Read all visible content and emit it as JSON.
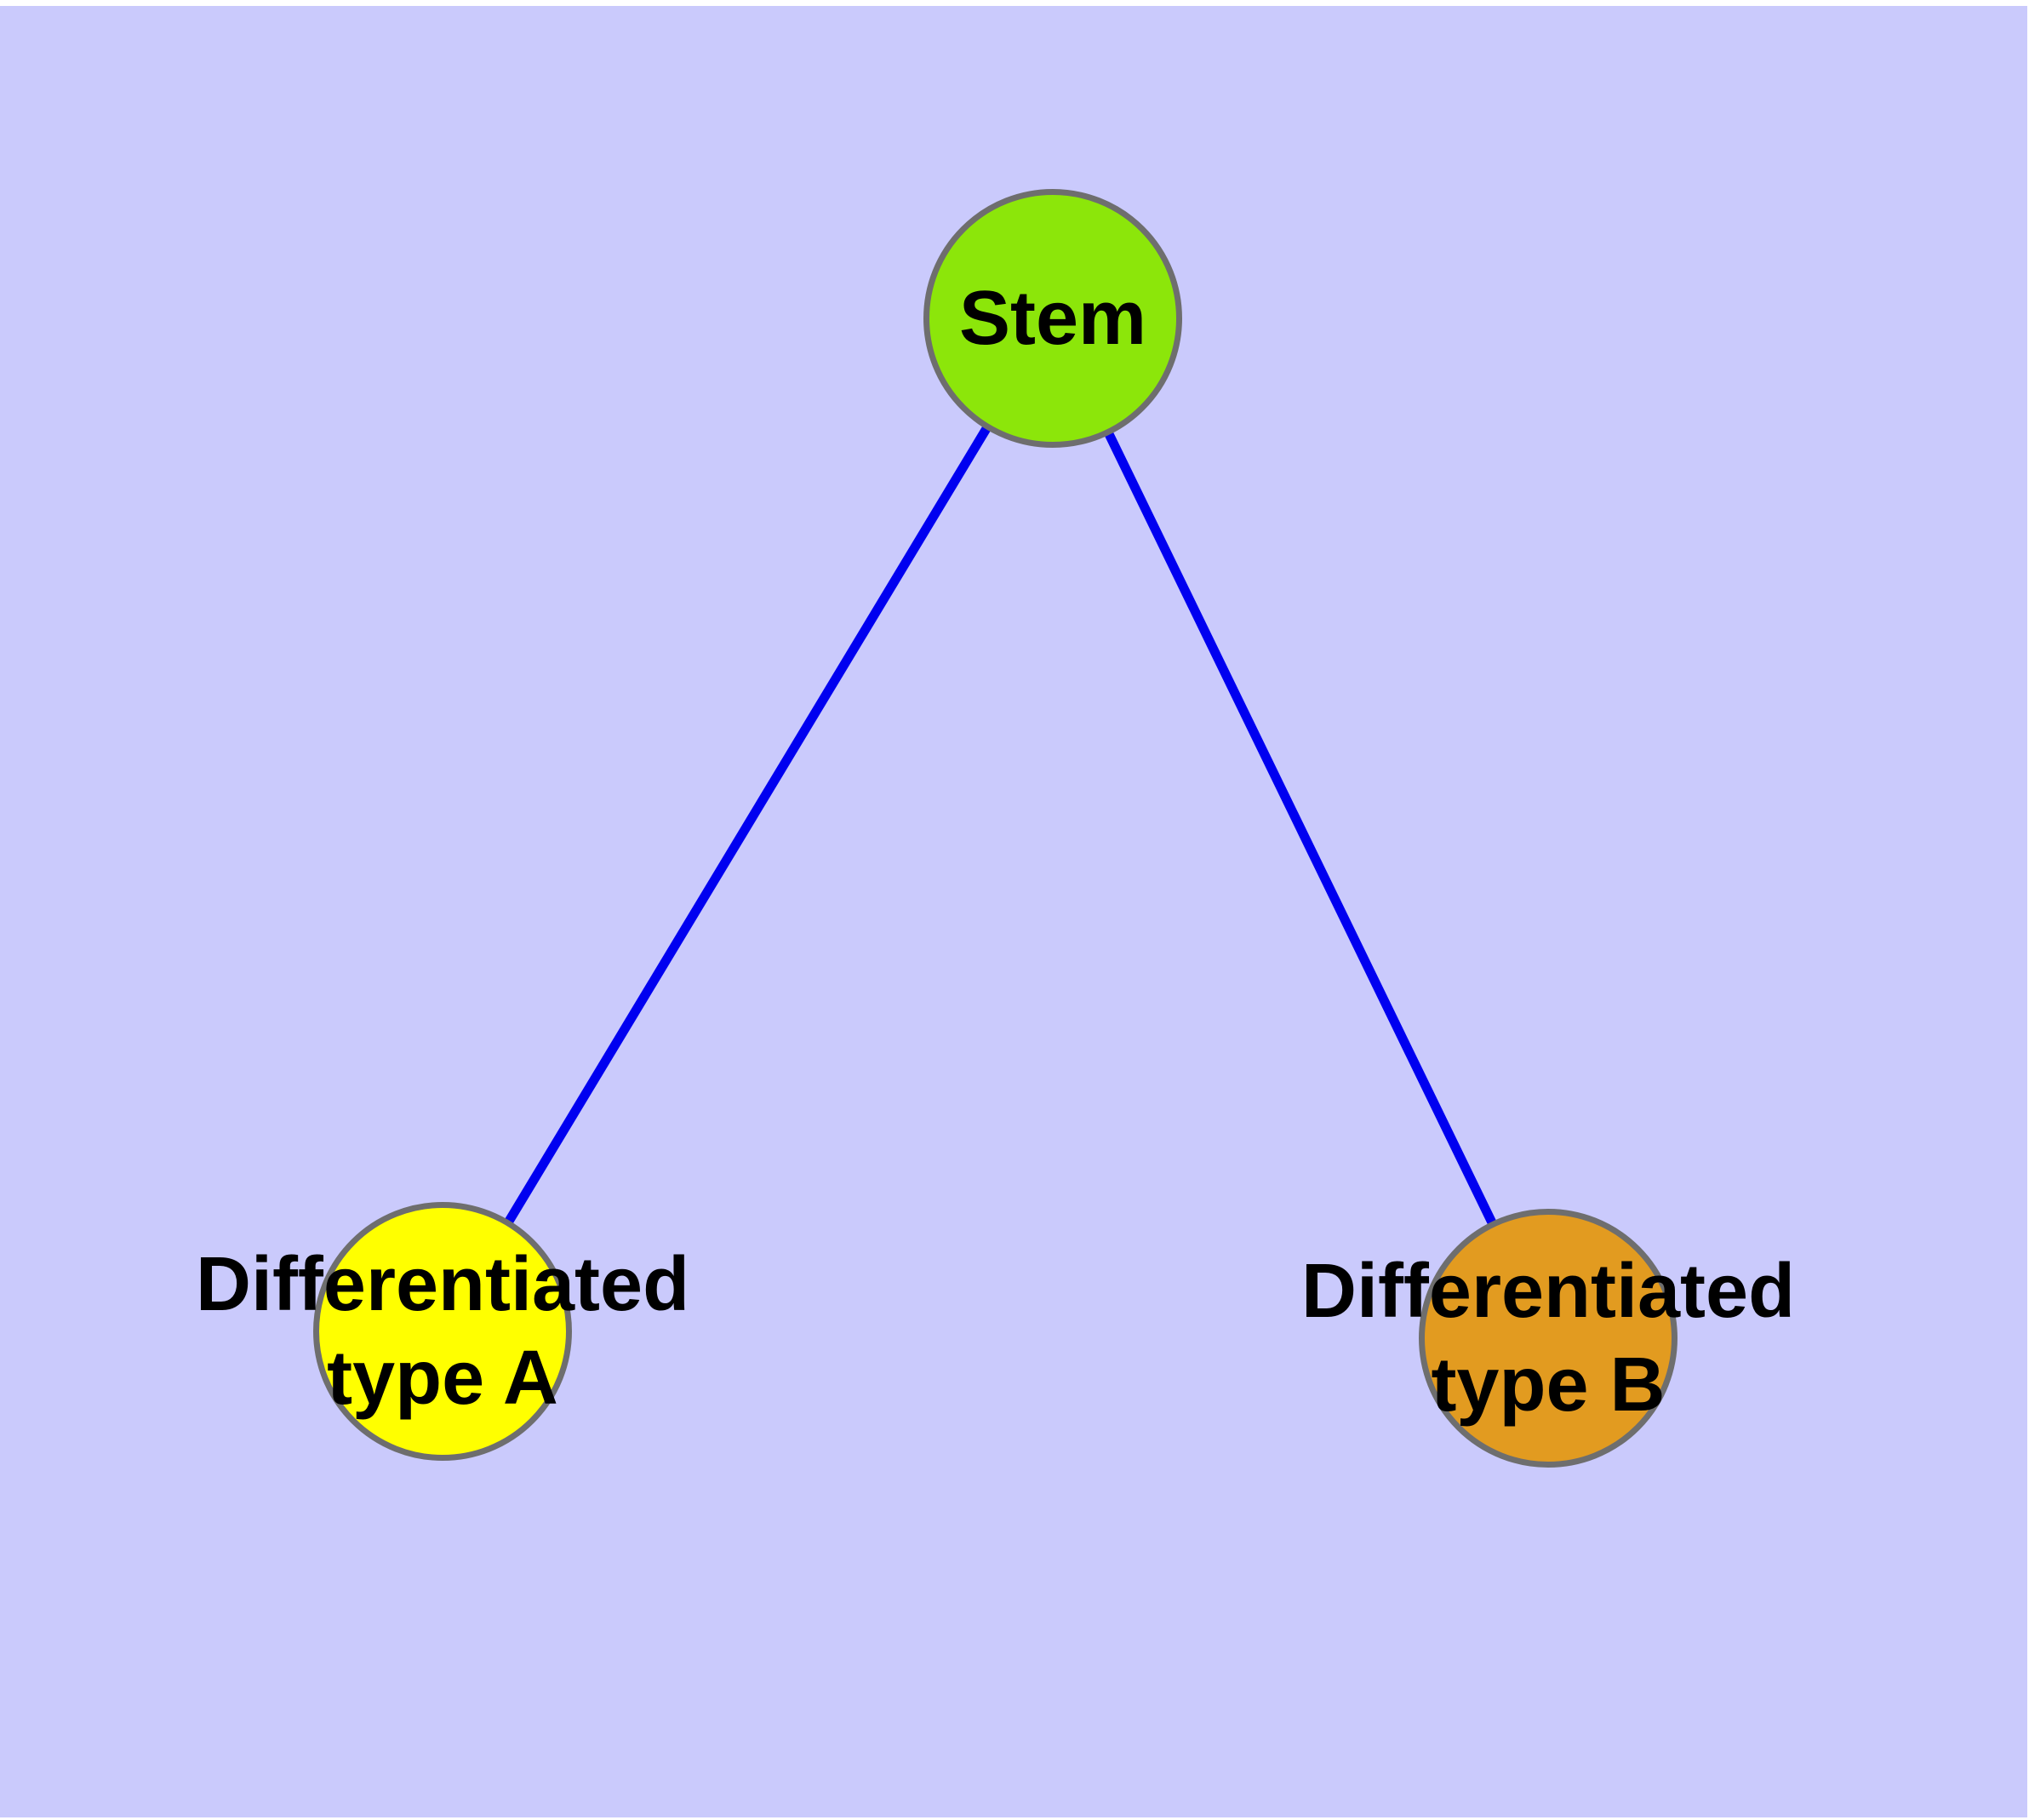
{
  "colors": {
    "canvas_bg": "#cacafc",
    "page_bg": "#ffffff",
    "edge": "#0000f0",
    "node_border": "#6e6e6e",
    "stem_fill": "#8ce60a",
    "type_a_fill": "#ffff00",
    "type_b_fill": "#e29b20",
    "label_text": "#000000"
  },
  "diagram": {
    "type": "graph",
    "nodes": [
      {
        "id": "stem",
        "label": "Stem"
      },
      {
        "id": "type_a",
        "label": "Differentiated type A"
      },
      {
        "id": "type_b",
        "label": "Differentiated type B"
      }
    ],
    "edges": [
      {
        "from": "Stem",
        "to": "Differentiated type A"
      },
      {
        "from": "Stem",
        "to": "Differentiated type B"
      }
    ],
    "labels": {
      "stem": "Stem",
      "type_a_line1": "Differentiated",
      "type_a_line2": "type A",
      "type_b_line1": "Differentiated",
      "type_b_line2": "type B"
    }
  }
}
